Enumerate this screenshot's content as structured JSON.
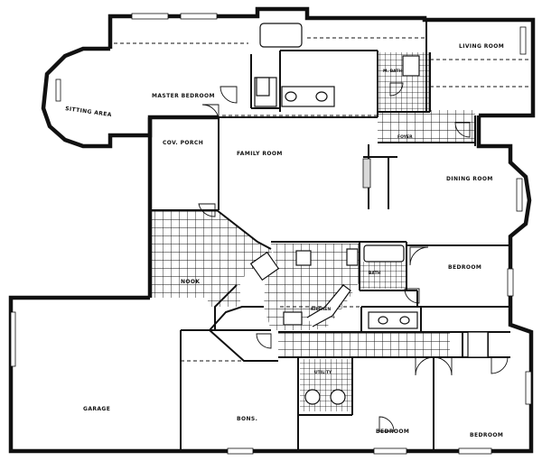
{
  "rooms": {
    "sitting_area": "SITTING AREA",
    "master_bedroom": "MASTER BEDROOM",
    "living_room": "LIVING ROOM",
    "master_bath": "M. BATH",
    "foyer": "FOYER",
    "cov_porch": "COV. PORCH",
    "family_room": "FAMILY ROOM",
    "dining_room": "DINING ROOM",
    "nook": "NOOK",
    "kitchen": "KITCHEN",
    "bath": "BATH",
    "bedroom_east": "BEDROOM",
    "garage": "GARAGE",
    "utility": "UTILITY",
    "bonus_room": "BONS.",
    "bedroom_south": "BEDROOM",
    "bedroom_southeast": "BEDROOM"
  }
}
